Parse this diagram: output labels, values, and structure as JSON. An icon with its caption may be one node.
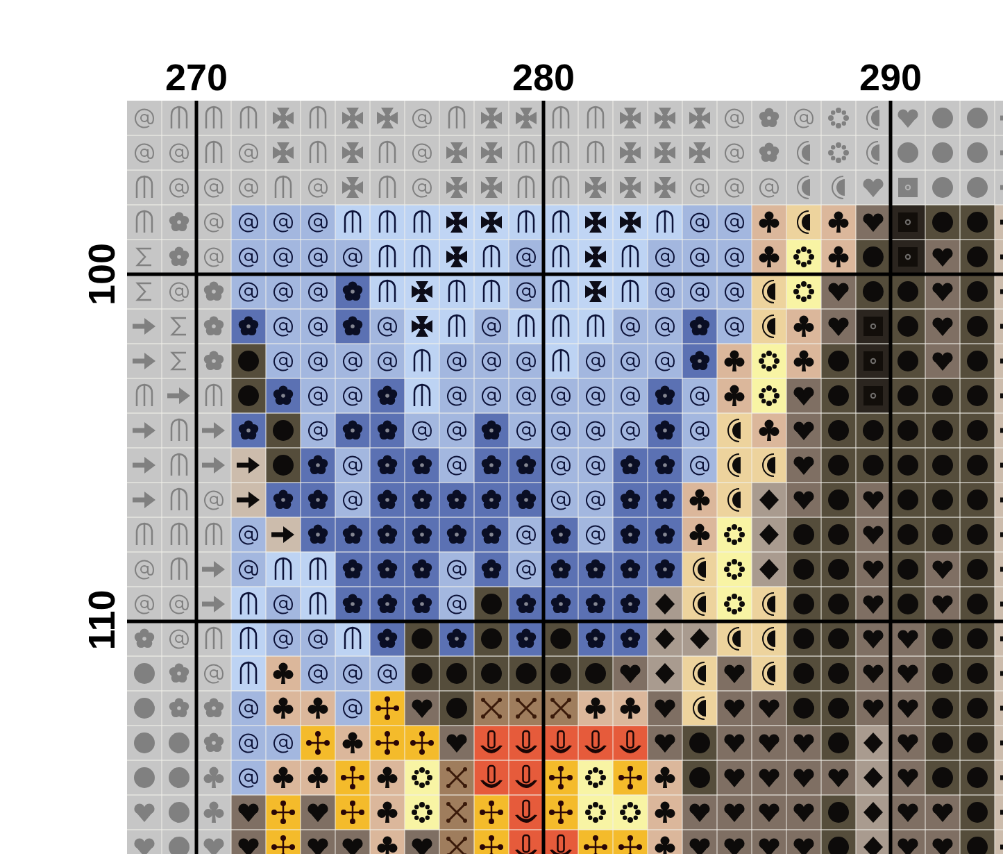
{
  "diagram": {
    "labels": [
      "270",
      "280",
      "290",
      "100",
      "110"
    ]
  }
}
